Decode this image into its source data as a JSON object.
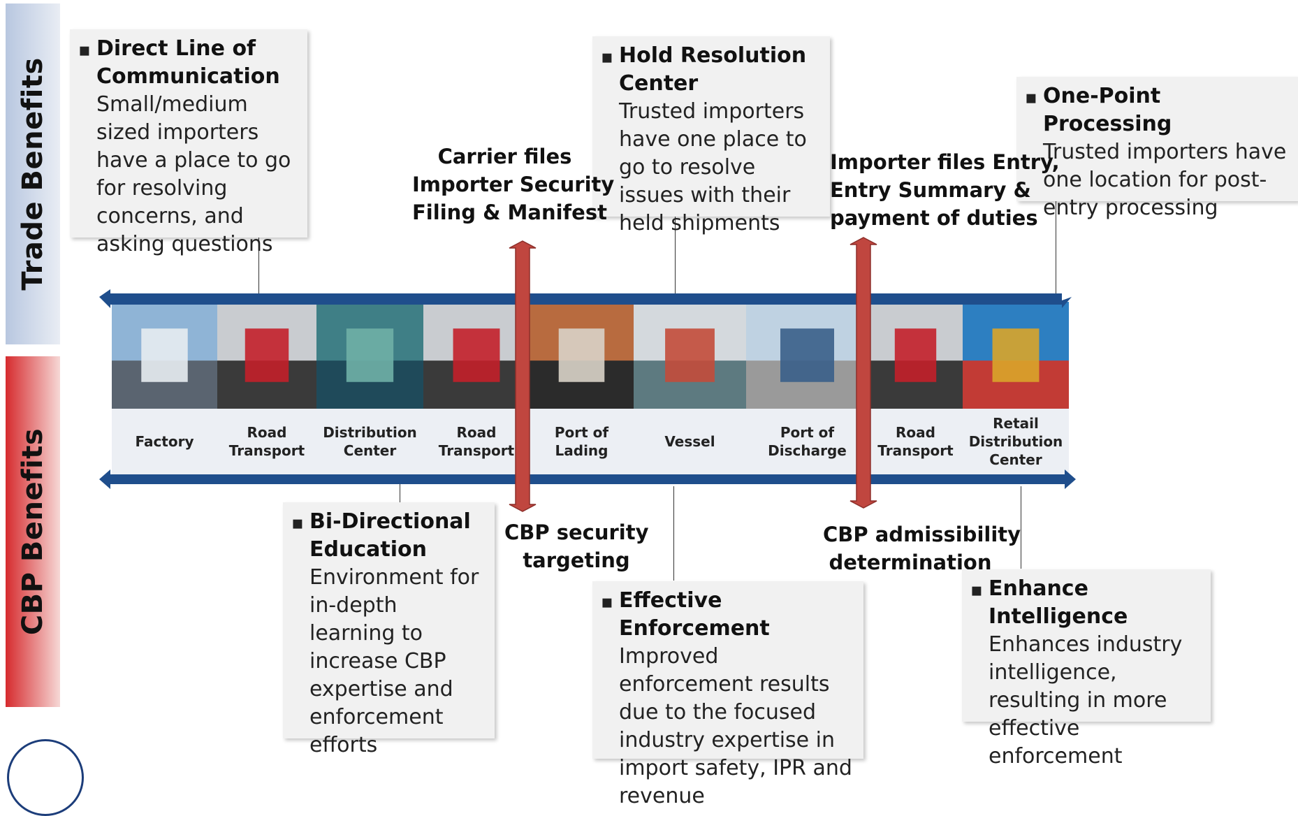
{
  "side_labels": {
    "trade": "Trade Benefits",
    "cbp": "CBP Benefits"
  },
  "trade_benefits": [
    {
      "title": "Direct Line of Communication",
      "desc": "Small/medium sized importers have a place to go for resolving concerns, and asking questions"
    },
    {
      "title": "Hold Resolution Center",
      "desc": "Trusted importers have one place to go to resolve issues with their held shipments"
    },
    {
      "title": "One-Point Processing",
      "desc": "Trusted importers have one location for post-entry processing"
    }
  ],
  "cbp_benefits": [
    {
      "title": "Bi-Directional Education",
      "desc": "Environment for in-depth learning to increase CBP expertise and enforcement efforts"
    },
    {
      "title": "Effective Enforcement",
      "desc": "Improved enforcement results due to the focused industry expertise in import safety, IPR and revenue"
    },
    {
      "title": "Enhance Intelligence",
      "desc": "Enhances industry intelligence, resulting in more effective enforcement"
    }
  ],
  "flow_labels": {
    "carrier_files": [
      "Carrier files",
      "Importer Security",
      "Filing & Manifest"
    ],
    "importer_files": [
      "Importer files Entry,",
      "Entry Summary &",
      "payment of duties"
    ],
    "cbp_security": [
      "CBP security",
      "targeting"
    ],
    "cbp_admissibility": [
      "CBP admissibility",
      "determination"
    ]
  },
  "stages": [
    {
      "label": "Factory",
      "icon": "factory-smokestack-photo"
    },
    {
      "label": "Road Transport",
      "icon": "truck-photo"
    },
    {
      "label": "Distribution Center",
      "icon": "container-stack-photo"
    },
    {
      "label": "Road Transport",
      "icon": "truck-photo"
    },
    {
      "label": "Port of Lading",
      "icon": "forklift-containers-photo"
    },
    {
      "label": "Vessel",
      "icon": "ship-cranes-photo"
    },
    {
      "label": "Port of Discharge",
      "icon": "port-ship-photo"
    },
    {
      "label": "Road Transport",
      "icon": "truck-photo"
    },
    {
      "label": "Retail Distribution Center",
      "icon": "colored-containers-photo"
    }
  ],
  "colors": {
    "timeline_blue": "#1f4e8c",
    "arrow_red": "#c0463f",
    "box_bg": "#f1f1f1"
  }
}
